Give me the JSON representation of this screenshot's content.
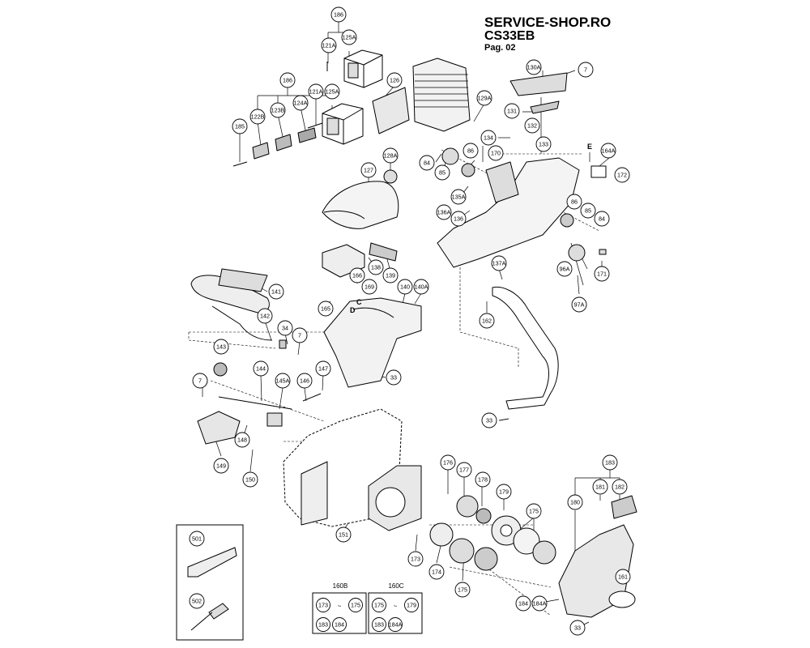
{
  "header": {
    "site": "SERVICE-SHOP.RO",
    "model": "CS33EB",
    "page": "Pag. 02"
  },
  "letters": {
    "c": "C",
    "d": "D",
    "e": "E"
  },
  "sub_kits": {
    "kit_160b": {
      "code": "160B",
      "parts": [
        "173",
        "175",
        "183",
        "184"
      ],
      "sep": "~"
    },
    "kit_160c": {
      "code": "160C",
      "parts": [
        "175",
        "179",
        "183",
        "184A"
      ],
      "sep": "~"
    }
  },
  "callouts": [
    "186",
    "121A",
    "125A",
    "186",
    "125A",
    "121A",
    "124A",
    "123B",
    "122B",
    "185",
    "126",
    "128A",
    "127",
    "138",
    "139",
    "166",
    "169",
    "165",
    "140",
    "140A",
    "141",
    "142",
    "34",
    "7",
    "143",
    "144",
    "145A",
    "146",
    "147",
    "33",
    "7",
    "148",
    "149",
    "150",
    "130A",
    "7",
    "129A",
    "131",
    "132",
    "134",
    "133",
    "86",
    "170",
    "84",
    "85",
    "135A",
    "136A",
    "136",
    "164A",
    "172",
    "86",
    "85",
    "84",
    "96A",
    "97A",
    "171",
    "137A",
    "162",
    "33",
    "176",
    "177",
    "178",
    "179",
    "175",
    "180",
    "181",
    "182",
    "183",
    "151",
    "173",
    "174",
    "175",
    "184",
    "184A",
    "161",
    "33",
    "501",
    "502"
  ]
}
